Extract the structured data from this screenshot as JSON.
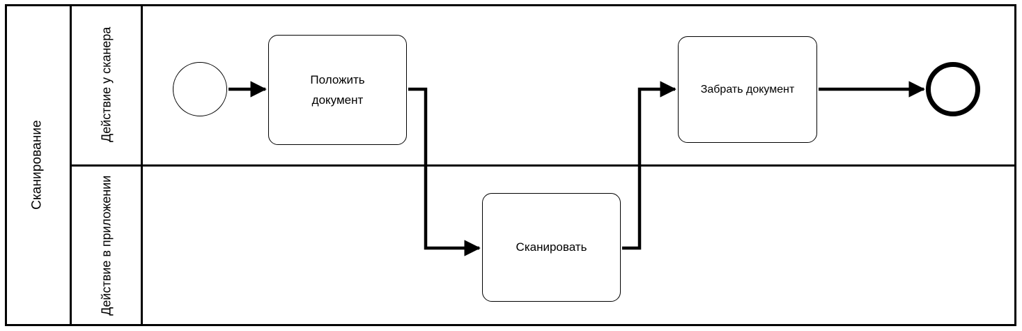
{
  "diagram": {
    "type": "bpmn-process",
    "pool": {
      "name": "Сканирование"
    },
    "lanes": [
      {
        "id": "lane-scanner",
        "name": "Действие у\nсканера"
      },
      {
        "id": "lane-app",
        "name": "Действие в\nприложении"
      }
    ],
    "events": [
      {
        "id": "start-event",
        "type": "start",
        "label": ""
      },
      {
        "id": "end-event",
        "type": "end",
        "label": ""
      }
    ],
    "tasks": [
      {
        "id": "task-put",
        "label": "Положить\nдокумент",
        "lane": "lane-scanner"
      },
      {
        "id": "task-scan",
        "label": "Сканировать",
        "lane": "lane-app"
      },
      {
        "id": "task-take",
        "label": "Забрать документ",
        "lane": "lane-scanner"
      }
    ],
    "flows": [
      {
        "id": "flow-start-to-put",
        "from": "start-event",
        "to": "task-put",
        "label": ""
      },
      {
        "id": "flow-put-to-scan",
        "from": "task-put",
        "to": "task-scan",
        "label": ""
      },
      {
        "id": "flow-scan-to-take",
        "from": "task-scan",
        "to": "task-take",
        "label": ""
      },
      {
        "id": "flow-take-to-end",
        "from": "task-take",
        "to": "end-event",
        "label": ""
      }
    ],
    "colors": {
      "stroke": "#000000",
      "fill": "#ffffff",
      "text": "#000000"
    }
  }
}
